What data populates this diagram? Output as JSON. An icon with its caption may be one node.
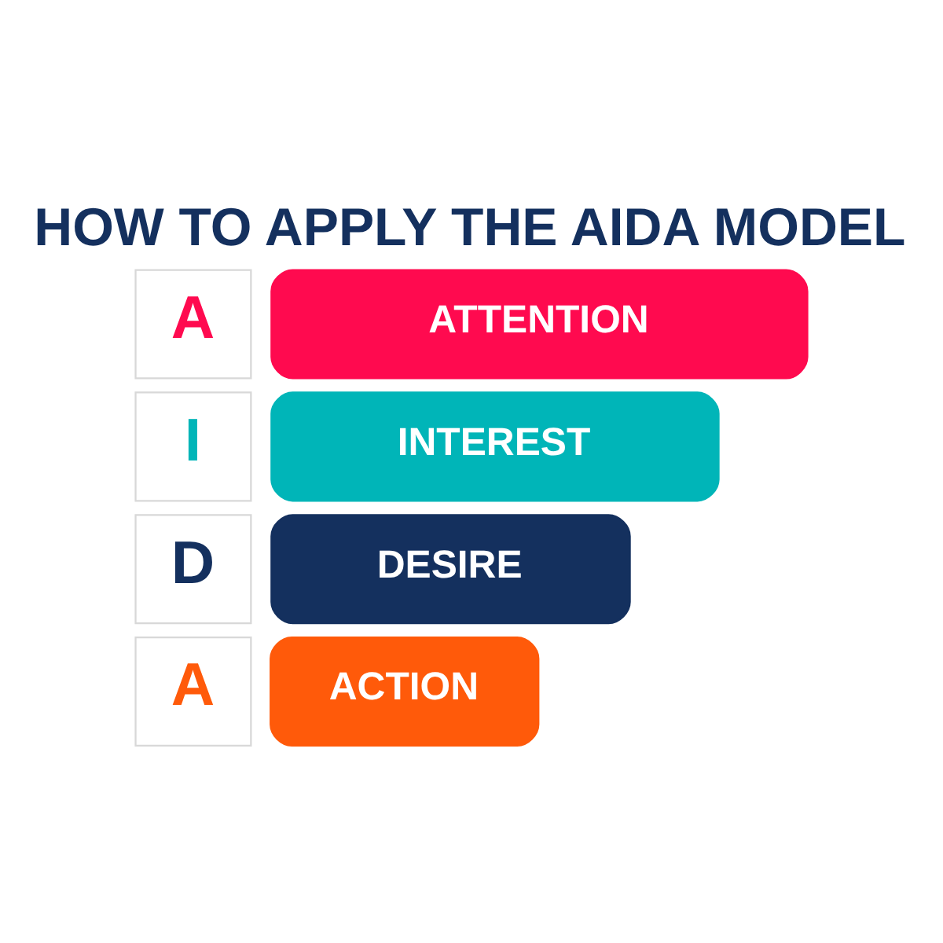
{
  "diagram": {
    "title": "HOW TO APPLY THE AIDA MODEL",
    "nodes": [
      {
        "text": [
          "A"
        ]
      },
      {
        "text": [
          "ATTENTION"
        ]
      },
      {
        "text": [
          "I"
        ]
      },
      {
        "text": [
          "INTEREST"
        ]
      },
      {
        "text": [
          "D"
        ]
      },
      {
        "text": [
          "DESIRE"
        ]
      },
      {
        "text": [
          "A"
        ]
      },
      {
        "text": [
          "ACTION"
        ]
      }
    ],
    "edges": []
  }
}
